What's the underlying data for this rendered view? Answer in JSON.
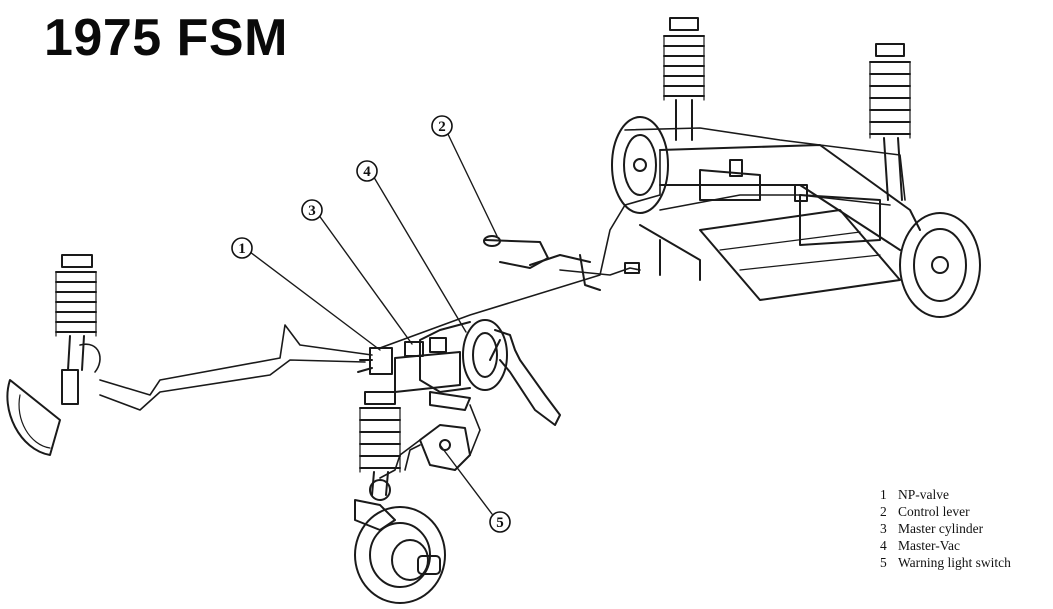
{
  "title": "1975 FSM",
  "callouts": [
    {
      "num": "1",
      "label": "NP-valve"
    },
    {
      "num": "2",
      "label": "Control lever"
    },
    {
      "num": "3",
      "label": "Master cylinder"
    },
    {
      "num": "4",
      "label": "Master-Vac"
    },
    {
      "num": "5",
      "label": "Warning light switch"
    }
  ],
  "colors": {
    "ink": "#1a1a1a",
    "background": "#ffffff"
  }
}
